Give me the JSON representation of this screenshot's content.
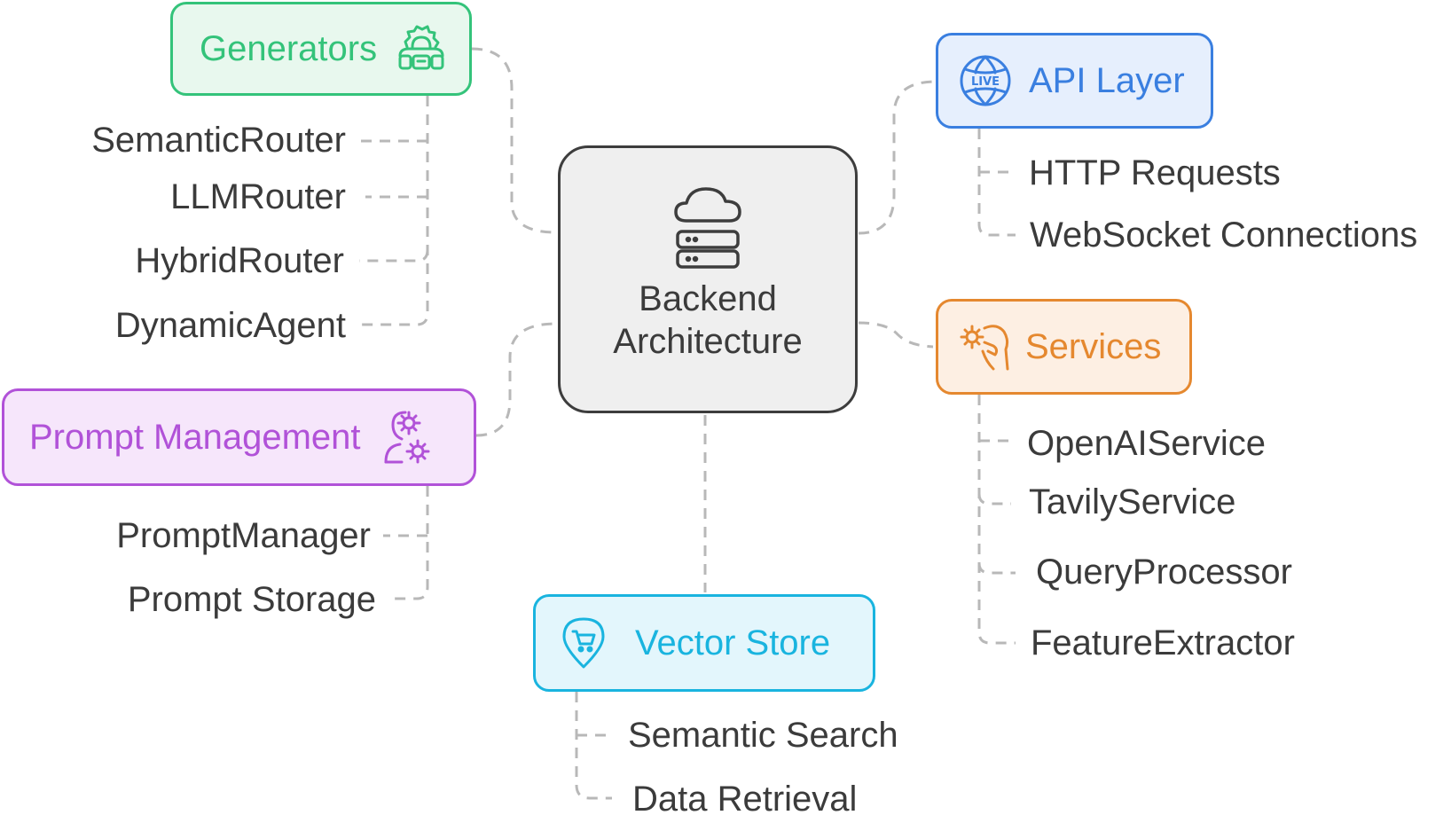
{
  "center": {
    "line1": "Backend",
    "line2": "Architecture",
    "icon": "cloud-server-icon"
  },
  "groups": {
    "generators": {
      "label": "Generators",
      "icon": "robot-gear-icon",
      "color": "#34c37a",
      "fill": "#e8f8ee",
      "items": [
        "SemanticRouter",
        "LLMRouter",
        "HybridRouter",
        "DynamicAgent"
      ]
    },
    "prompt_management": {
      "label": "Prompt Management",
      "icon": "person-gear-icon",
      "color": "#b152d8",
      "fill": "#f6e6fb",
      "items": [
        "PromptManager",
        "Prompt Storage"
      ]
    },
    "vector_store": {
      "label": "Vector Store",
      "icon": "location-cart-icon",
      "color": "#19b4df",
      "fill": "#e3f6fc",
      "items": [
        "Semantic Search",
        "Data Retrieval"
      ]
    },
    "api_layer": {
      "label": "API Layer",
      "icon": "live-globe-icon",
      "color": "#3a7fe0",
      "fill": "#e6effd",
      "items": [
        "HTTP Requests",
        "WebSocket Connections"
      ]
    },
    "services": {
      "label": "Services",
      "icon": "hand-gear-icon",
      "color": "#e5882f",
      "fill": "#fdefe3",
      "items": [
        "OpenAIService",
        "TavilyService",
        "QueryProcessor",
        "FeatureExtractor"
      ]
    }
  }
}
